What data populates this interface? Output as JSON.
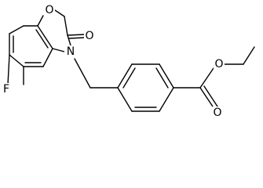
{
  "atoms": {
    "o_ring": "O",
    "o_ketone": "O",
    "n_ring": "N",
    "fluorine": "F",
    "o_ester_carbonyl": "O",
    "o_ester_methoxy": "O"
  },
  "colors": {
    "bond": "#000000",
    "label": "#000000",
    "background": "#ffffff"
  }
}
